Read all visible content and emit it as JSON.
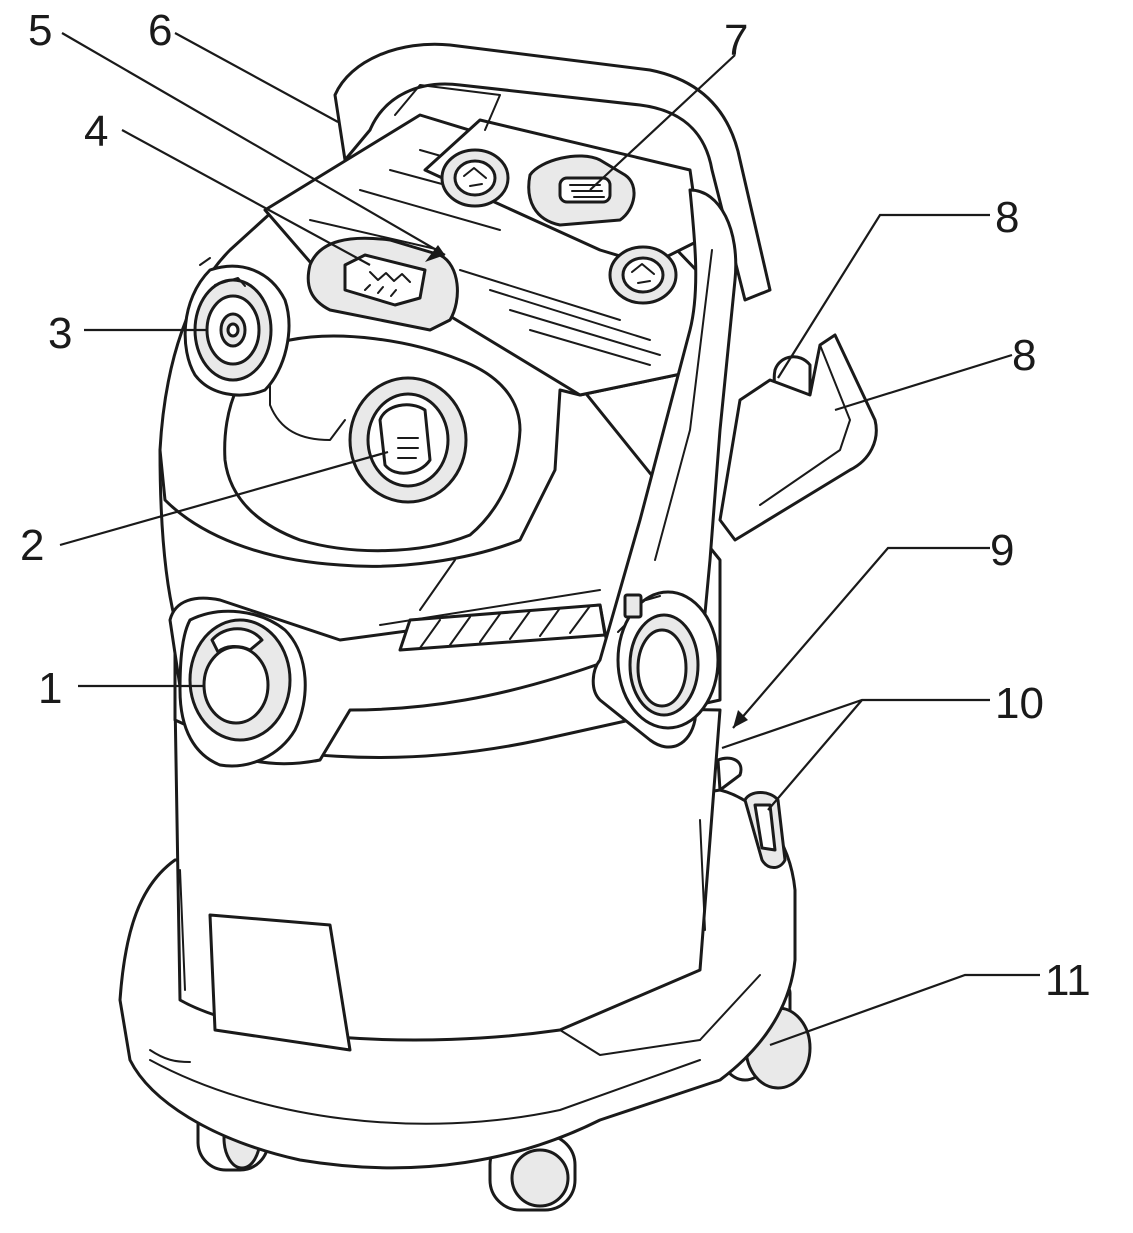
{
  "callouts": [
    {
      "id": "1",
      "label": "1"
    },
    {
      "id": "2",
      "label": "2"
    },
    {
      "id": "3",
      "label": "3"
    },
    {
      "id": "4",
      "label": "4"
    },
    {
      "id": "5",
      "label": "5"
    },
    {
      "id": "6",
      "label": "6"
    },
    {
      "id": "7",
      "label": "7"
    },
    {
      "id": "8a",
      "label": "8"
    },
    {
      "id": "8b",
      "label": "8"
    },
    {
      "id": "9",
      "label": "9"
    },
    {
      "id": "10",
      "label": "10"
    },
    {
      "id": "11",
      "label": "11"
    }
  ],
  "colors": {
    "line": "#1a1a1a",
    "background": "#ffffff",
    "shade": "#e9e9e9"
  }
}
